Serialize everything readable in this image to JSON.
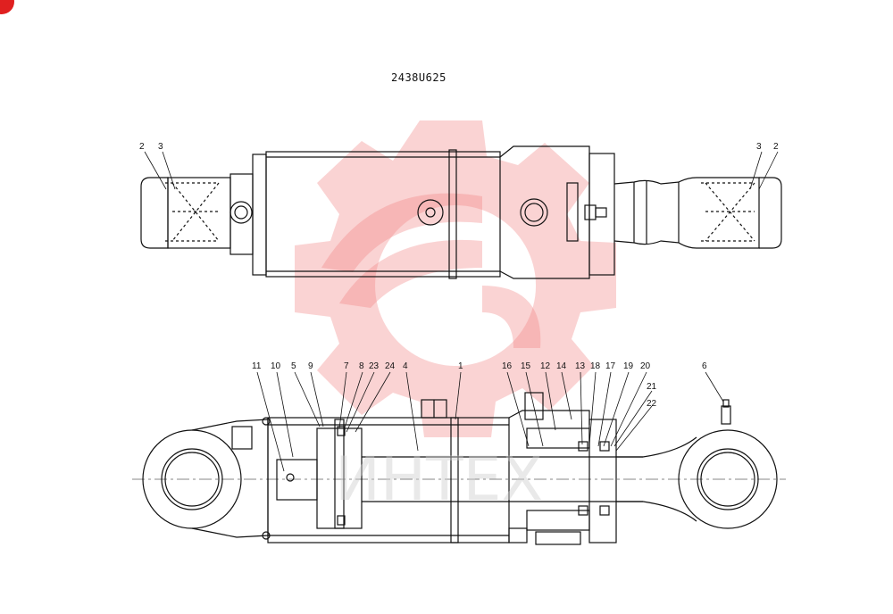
{
  "drawing_number": "2438U625",
  "watermark": {
    "text": "ИНТЕХ",
    "color": "#f08080"
  },
  "top_view": {
    "callouts": [
      "2",
      "3",
      "3",
      "2"
    ]
  },
  "section_view": {
    "callouts": [
      "11",
      "10",
      "9",
      "5",
      "7",
      "8",
      "23",
      "24",
      "4",
      "1",
      "16",
      "15",
      "12",
      "14",
      "13",
      "18",
      "17",
      "19",
      "20",
      "21",
      "22",
      "6"
    ]
  },
  "corner_mark": {
    "color": "#e02020"
  }
}
